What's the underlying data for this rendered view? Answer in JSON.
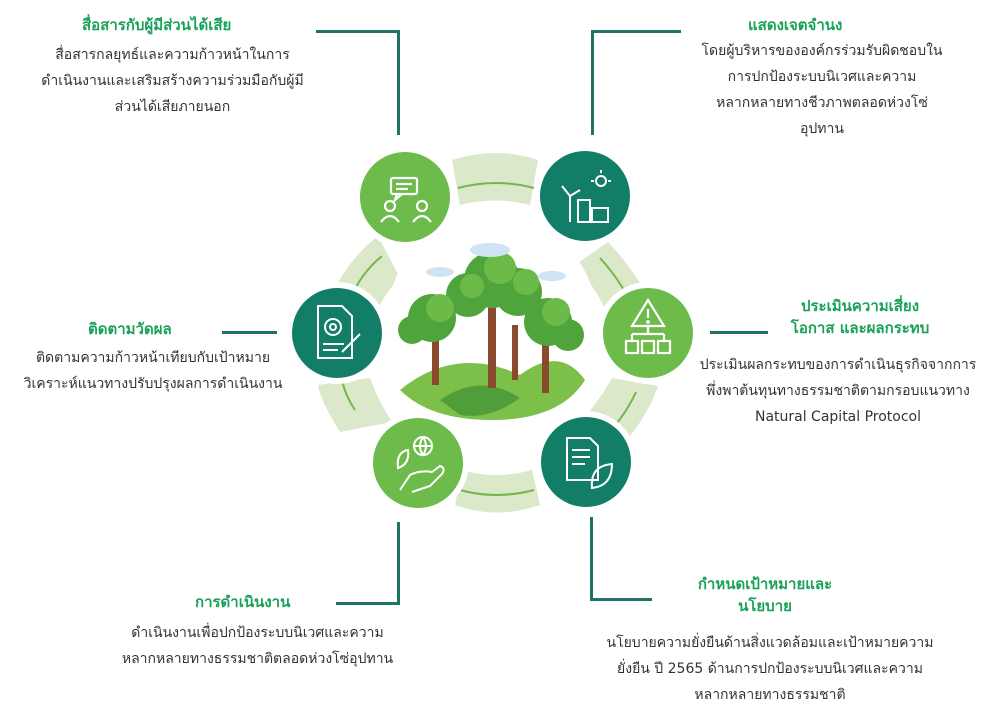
{
  "colors": {
    "accent_green": "#1aa15a",
    "dark_teal": "#137e67",
    "light_green": "#5cb84c",
    "ring": "#dbe8c9",
    "connector": "#1f7466"
  },
  "sections": [
    {
      "id": "stakeholders",
      "icon": "chat-people-icon",
      "title": [
        "สื่อสารกับผู้มีส่วนได้เสีย"
      ],
      "description": [
        "สื่อสารกลยุทธ์และความก้าวหน้าในการ",
        "ดำเนินงานและเสริมสร้างความร่วมมือกับผู้มี",
        "ส่วนได้เสียภายนอก"
      ]
    },
    {
      "id": "commitment",
      "icon": "windmill-factory-icon",
      "title": [
        "แสดงเจตจำนง"
      ],
      "description": [
        "โดยผู้บริหารขององค์กรร่วมรับผิดชอบใน",
        "การปกป้องระบบนิเวศและความ",
        "หลากหลายทางชีวภาพตลอดห่วงโซ่",
        "อุปทาน"
      ]
    },
    {
      "id": "risk",
      "icon": "warning-hierarchy-icon",
      "title": [
        "ประเมินความเสี่ยง",
        "โอกาส และผลกระทบ"
      ],
      "description": [
        "ประเมินผลกระทบของการดำเนินธุรกิจจากการ",
        "พึ่งพาต้นทุนทางธรรมชาติตามกรอบแนวทาง",
        "Natural Capital Protocol"
      ]
    },
    {
      "id": "policy",
      "icon": "document-leaf-icon",
      "title": [
        "กำหนดเป้าหมายและ",
        "นโยบาย"
      ],
      "description": [
        "นโยบายความยั่งยืนด้านสิ่งแวดล้อมและเป้าหมายความ",
        "ยั่งยืน ปี 2565 ด้านการปกป้องระบบนิเวศและความ",
        "หลากหลายทางธรรมชาติ"
      ]
    },
    {
      "id": "operation",
      "icon": "hand-globe-plant-icon",
      "title": [
        "การดำเนินงาน"
      ],
      "description": [
        "ดำเนินงานเพื่อปกป้องระบบนิเวศและความ",
        "หลากหลายทางธรรมชาติตลอดห่วงโซ่อุปทาน"
      ]
    },
    {
      "id": "monitoring",
      "icon": "report-gear-icon",
      "title": [
        "ติดตามวัดผล"
      ],
      "description": [
        "ติดตามความก้าวหน้าเทียบกับเป้าหมาย",
        "วิเคราะห์แนวทางปรับปรุงผลการดำเนินงาน"
      ]
    }
  ]
}
